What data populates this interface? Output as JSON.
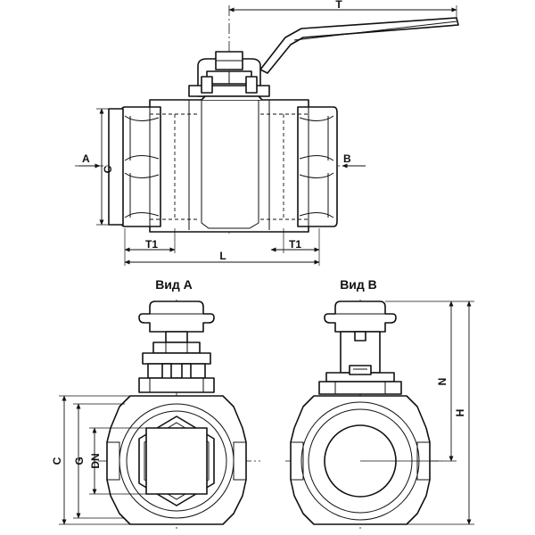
{
  "labels": {
    "T": "T",
    "A": "A",
    "C_side": "C",
    "B": "B",
    "T1_left": "T1",
    "L": "L",
    "T1_right": "T1",
    "view_a": "Вид А",
    "view_b": "Вид В",
    "N": "N",
    "H": "H",
    "C_front": "C",
    "G": "G",
    "DN": "DN"
  }
}
